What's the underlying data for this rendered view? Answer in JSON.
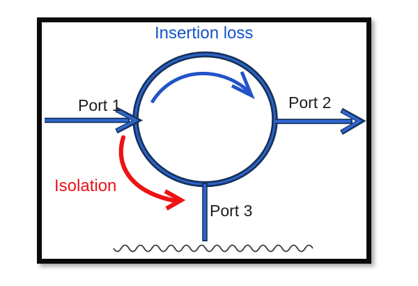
{
  "labels": {
    "insertion_loss": "Insertion loss",
    "port1": "Port 1",
    "port2": "Port 2",
    "port3": "Port 3",
    "isolation": "Isolation"
  },
  "colors": {
    "frame-black": "#0a0a0a",
    "navy": "#16325c",
    "bright-blue": "#2e64c8",
    "arrow-blue": "#2f66cf",
    "flow-blue": "#2353c8",
    "red": "#ee1313",
    "text-blue": "#1453c8",
    "text-red": "#e91219",
    "text-black": "#1c1c1c",
    "wave-gray": "#383838"
  }
}
